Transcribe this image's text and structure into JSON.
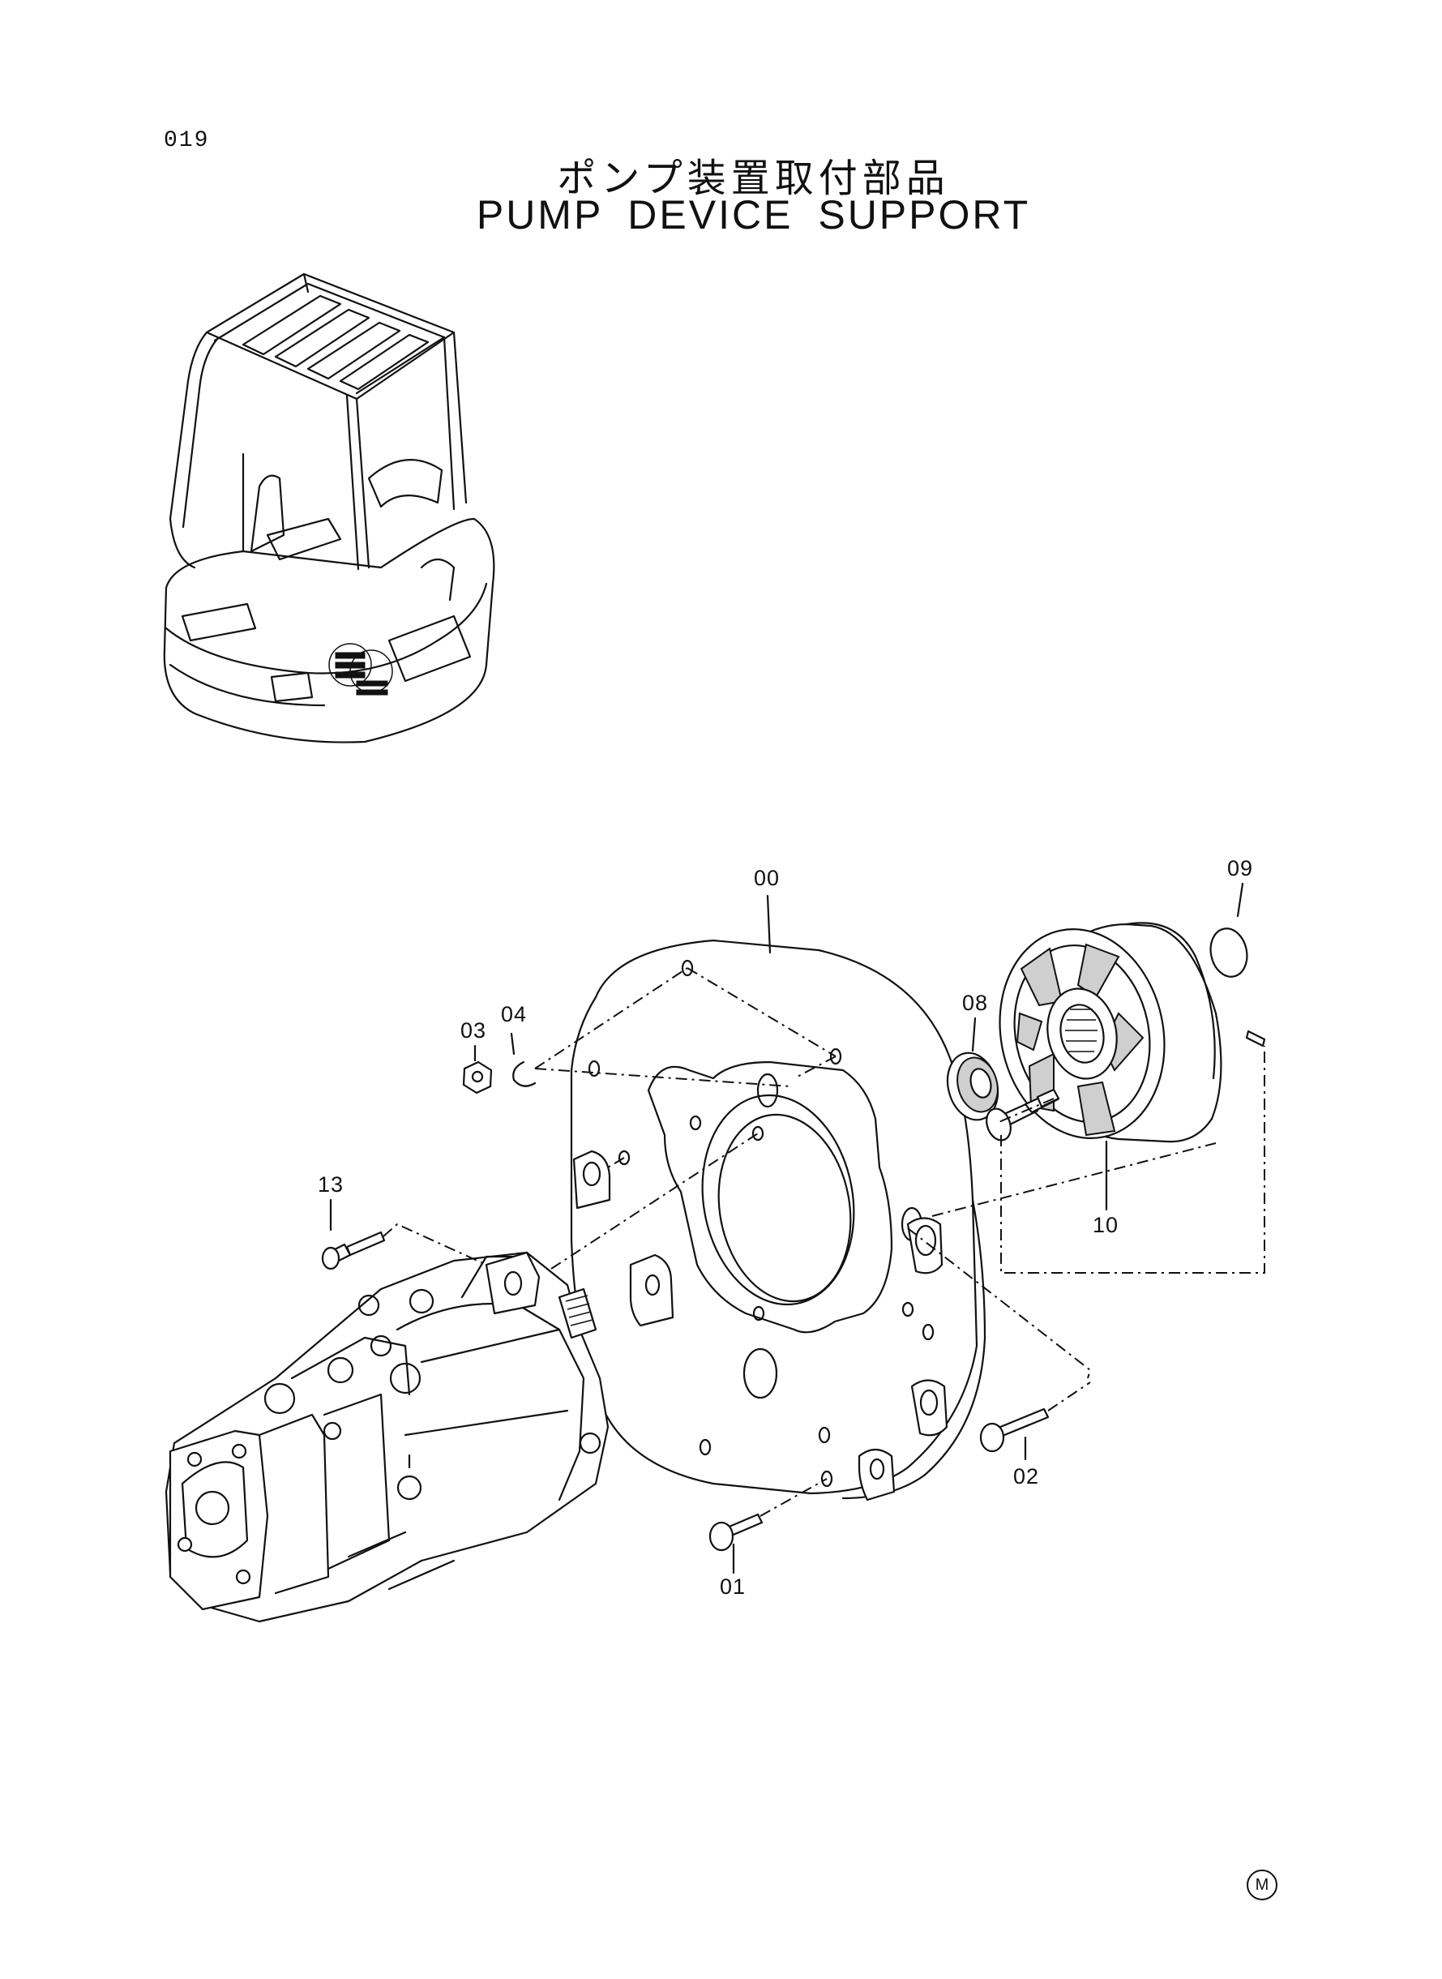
{
  "header": {
    "page_number": "019",
    "title_jp": "ポンプ装置取付部品",
    "title_en": "PUMP DEVICE SUPPORT"
  },
  "callouts": [
    "00",
    "01",
    "02",
    "03",
    "04",
    "08",
    "09",
    "10",
    "13"
  ],
  "footer": {
    "mark": "M"
  }
}
